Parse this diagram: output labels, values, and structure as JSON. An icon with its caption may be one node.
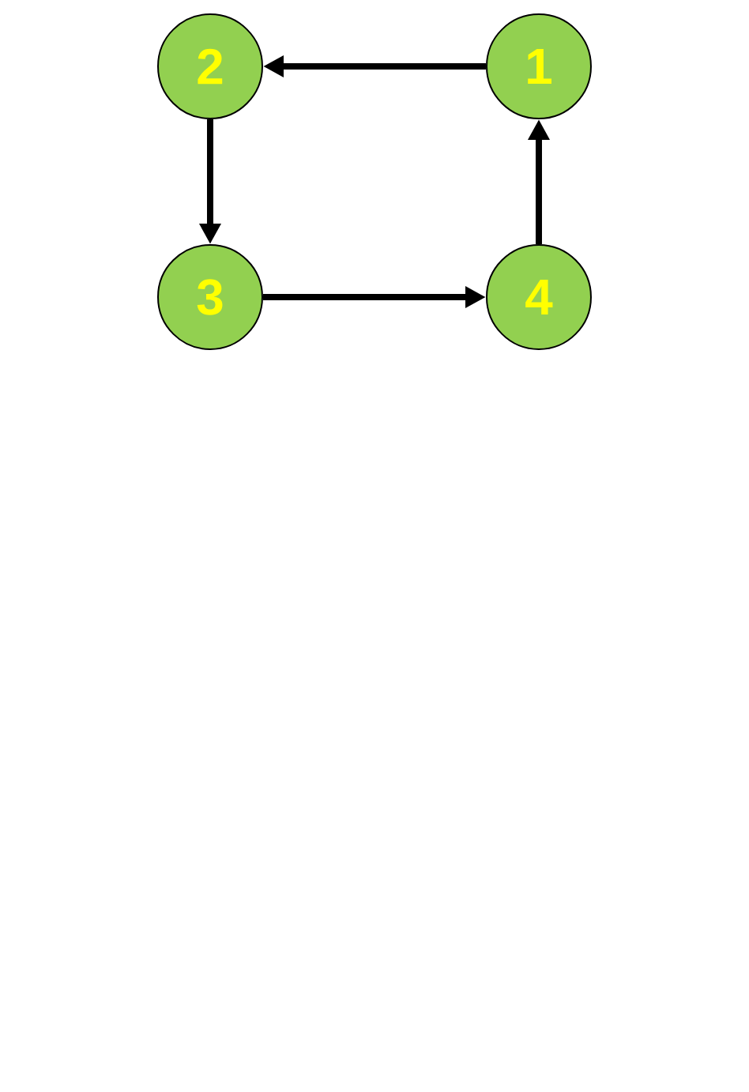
{
  "diagram": {
    "nodes": [
      {
        "text": [
          "1"
        ]
      },
      {
        "text": [
          "2"
        ]
      },
      {
        "text": [
          "3"
        ]
      },
      {
        "text": [
          "4"
        ]
      }
    ],
    "edges": [
      {
        "from": 0,
        "to": 1,
        "arrow": "to"
      },
      {
        "from": 1,
        "to": 2,
        "arrow": "to"
      },
      {
        "from": 2,
        "to": 3,
        "arrow": "to"
      },
      {
        "from": 3,
        "to": 0,
        "arrow": "to"
      }
    ]
  }
}
